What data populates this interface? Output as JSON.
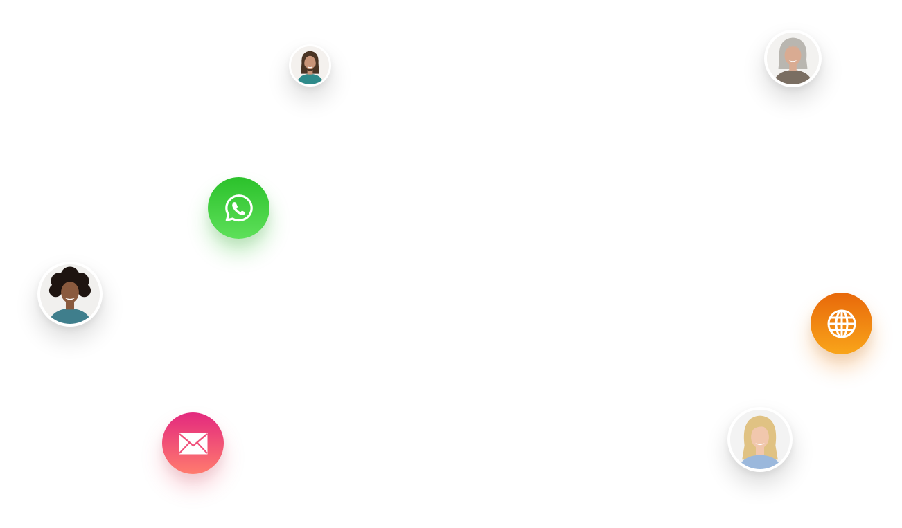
{
  "channels": {
    "whatsapp": {
      "icon": "whatsapp-icon",
      "gradient_top": "#2bc12b",
      "gradient_bottom": "#5ee05a",
      "glyph_color": "#ffffff"
    },
    "email": {
      "icon": "mail-icon",
      "gradient_top": "#e3297e",
      "gradient_bottom": "#ff7b6e",
      "glyph_color": "#ffffff"
    },
    "web": {
      "icon": "globe-icon",
      "gradient_top": "#e8680a",
      "gradient_bottom": "#f9a51a",
      "glyph_color": "#ffffff"
    }
  },
  "avatars": [
    {
      "id": "man-long-hair",
      "skin": "#c89478",
      "hair": "#4a3424",
      "shirt": "#2e8a8a"
    },
    {
      "id": "older-woman-gray",
      "skin": "#d9ab92",
      "hair": "#b9b6b0",
      "shirt": "#7a6e62"
    },
    {
      "id": "woman-curly-hair",
      "skin": "#8a5a3e",
      "hair": "#1e1410",
      "shirt": "#3f7e8c"
    },
    {
      "id": "woman-blonde-hair",
      "skin": "#f1c7ad",
      "hair": "#e0c283",
      "shirt": "#9bb8dc"
    }
  ],
  "colors": {
    "background": "#ffffff",
    "avatar_border": "#ffffff"
  }
}
